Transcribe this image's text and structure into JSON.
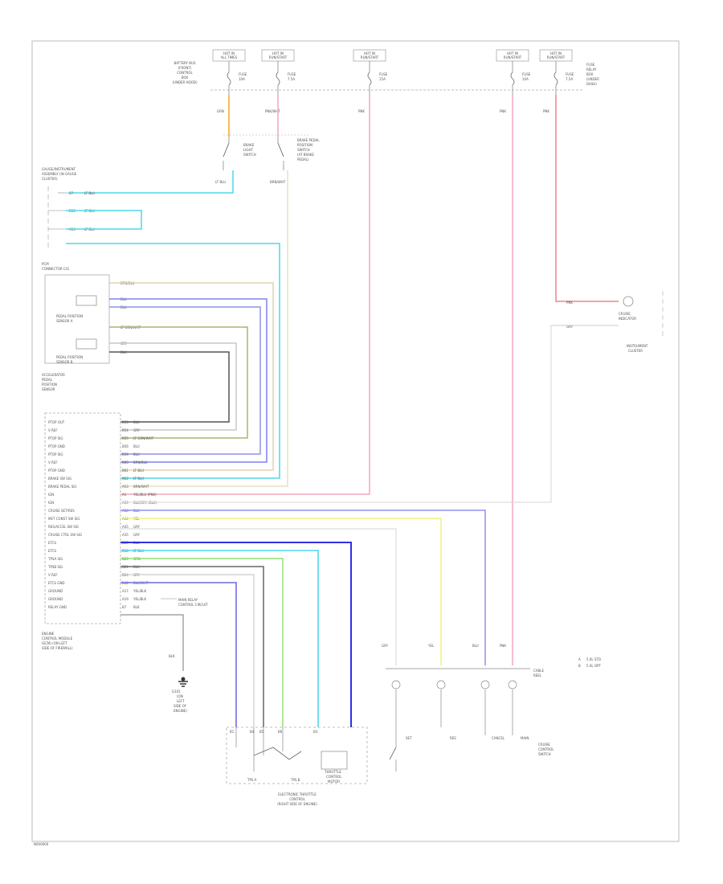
{
  "top_fuses": [
    {
      "id": "f1",
      "label_top": "HOT IN",
      "label_sub": "ALL TIMES",
      "fuse": "FUSE",
      "amps": "10A",
      "side_text": [
        "BATTERY BUS",
        "(FRONT)",
        "CONTROL",
        "BOX",
        "(UNDER HOOD)"
      ]
    },
    {
      "id": "f2",
      "label_top": "HOT IN",
      "label_sub": "RUN/START",
      "fuse": "FUSE",
      "amps": "7.5A",
      "side_text": []
    },
    {
      "id": "f3",
      "label_top": "HOT IN",
      "label_sub": "RUN/START",
      "fuse": "FUSE",
      "amps": "15A",
      "side_text": []
    },
    {
      "id": "f4",
      "label_top": "HOT IN",
      "label_sub": "RUN/START",
      "fuse": "FUSE",
      "amps": "10A",
      "side_text": []
    },
    {
      "id": "f5",
      "label_top": "HOT IN",
      "label_sub": "RUN/START",
      "fuse": "FUSE",
      "amps": "7.5A",
      "side_text": [
        "FUSE",
        "RELAY",
        "BOX",
        "(UNDER",
        "DASH)"
      ]
    }
  ],
  "wire_labels_top": [
    "GRN",
    "PNK/WHT",
    "PNK",
    "PNK",
    "PNK"
  ],
  "switch_labels": {
    "brake_switch": [
      "BRAKE",
      "LIGHT",
      "SWITCH"
    ],
    "brake_pedal_position": [
      "BRAKE PEDAL",
      "POSITION",
      "SWITCH",
      "(AT BRAKE",
      "PEDAL)"
    ],
    "wire_a": "LT BLU",
    "wire_b": "BRN/WHT"
  },
  "gauge_box": {
    "title": [
      "GAUGE/INSTRUMENT",
      "ASSEMBLY (IN GAUGE",
      "CLUSTER)"
    ],
    "rows": [
      {
        "pin": "27",
        "wire": "LT BLU"
      },
      {
        "pin": "B10",
        "wire": "LT BLU"
      },
      {
        "pin": "A13",
        "wire": "LT BLU"
      }
    ]
  },
  "pedal_box": {
    "title": [
      "PCM",
      "CONNECTOR C/G"
    ],
    "wires": [
      "BRN/BLU",
      "BLU",
      "BLU",
      "LT GRN/WHT",
      "GRY",
      "BLK"
    ],
    "sensor_a": [
      "PEDAL POSITION",
      "SENSOR A"
    ],
    "sensor_b": [
      "PEDAL POSITION",
      "SENSOR B"
    ],
    "caption": [
      "ACCELERATOR",
      "PEDAL",
      "POSITION",
      "SENSOR"
    ]
  },
  "ecm_box": {
    "caption": [
      "ENGINE",
      "CONTROL MODULE",
      "(ECM) (ON LEFT",
      "SIDE OF FIREWALL)"
    ],
    "rows": [
      {
        "name": "PTOP OUT",
        "pin": "B53",
        "wire": "BLK"
      },
      {
        "name": "V REF",
        "pin": "B54",
        "wire": "GRY"
      },
      {
        "name": "PTOP SIG",
        "pin": "B55",
        "wire": "LT GRN/WHT"
      },
      {
        "name": "PTOP GND",
        "pin": "B56",
        "wire": "BLU"
      },
      {
        "name": "PTOP SIG",
        "pin": "B59",
        "wire": "BLU"
      },
      {
        "name": "V REF",
        "pin": "B60",
        "wire": "BRN/BLU"
      },
      {
        "name": "PTOP GND",
        "pin": "B61",
        "wire": "LT BLU"
      },
      {
        "name": "BRAKE SW SIG",
        "pin": "B62",
        "wire": "LT BLU"
      },
      {
        "name": "BRAKE PEDAL SIG",
        "pin": "A53",
        "wire": "BRN/WHT"
      },
      {
        "name": "IGN",
        "pin": "A1",
        "wire": "YEL/BLU (PNK)"
      },
      {
        "name": "IGN",
        "pin": "A39",
        "wire": "BLK/GRY (BLK)"
      },
      {
        "name": "CRUISE SET/RES",
        "pin": "A38",
        "wire": "BLU"
      },
      {
        "name": "MET CONST SW SIG",
        "pin": "A44",
        "wire": "YEL"
      },
      {
        "name": "RES/ACCEL SW SIG",
        "pin": "A45",
        "wire": "GRY"
      },
      {
        "name": "CRUISE CTRL SW SIG",
        "pin": "A35",
        "wire": "GRY"
      },
      {
        "name": "ETCS",
        "pin": "B17",
        "wire": "BLU"
      },
      {
        "name": "ETCS",
        "pin": "B18",
        "wire": "LT BLU"
      },
      {
        "name": "TPSA SIG",
        "pin": "B20",
        "wire": "GRN"
      },
      {
        "name": "TPSB SIG",
        "pin": "B21",
        "wire": "BLK"
      },
      {
        "name": "V REF",
        "pin": "B24",
        "wire": "GRY"
      },
      {
        "name": "ETCS GND",
        "pin": "B42",
        "wire": "BLU/WHT"
      },
      {
        "name": "GROUND",
        "pin": "A17",
        "wire": "YEL/BLK"
      },
      {
        "name": "GROUND",
        "pin": "A19",
        "wire": "YEL/BLK"
      },
      {
        "name": "RELAY GND",
        "pin": "B7",
        "wire": "BLK"
      }
    ],
    "note": [
      "MAIN RELAY",
      "CONTROL CIRCUIT"
    ]
  },
  "ground": {
    "wire": "BLK",
    "label": [
      "G101",
      "(ON",
      "LEFT",
      "SIDE OF",
      "ENGINE)"
    ]
  },
  "throttle": {
    "labels": [
      "MOTOR",
      "TPS A",
      "TPS B"
    ],
    "caption": [
      "ELECTRONIC THROTTLE",
      "CONTROL",
      "(RIGHT SIDE OF ENGINE)"
    ],
    "motor": [
      "THROTTLE",
      "CONTROL",
      "MOTOR"
    ],
    "pins": [
      "B1",
      "B4",
      "B5",
      "B6",
      "B3"
    ]
  },
  "cruise": {
    "wires": [
      "GRY",
      "YEL",
      "BLU",
      "PNK"
    ],
    "switches": [
      "SET",
      "RES",
      "CANCEL",
      "MAIN"
    ],
    "caption": [
      "CRUISE",
      "CONTROL",
      "SWITCH"
    ],
    "note": [
      "CABLE",
      "REEL"
    ],
    "legend": [
      {
        "code": "A",
        "text": "5.0L STD"
      },
      {
        "code": "B",
        "text": "5.0L OPT"
      }
    ]
  },
  "reference": {
    "label": [
      "CRUISE",
      "INDICATOR"
    ],
    "wire_a": "PNK",
    "wire_b": "GRY",
    "caption": [
      "INSTRUMENT",
      "CLUSTER"
    ]
  },
  "footer": "N000000"
}
